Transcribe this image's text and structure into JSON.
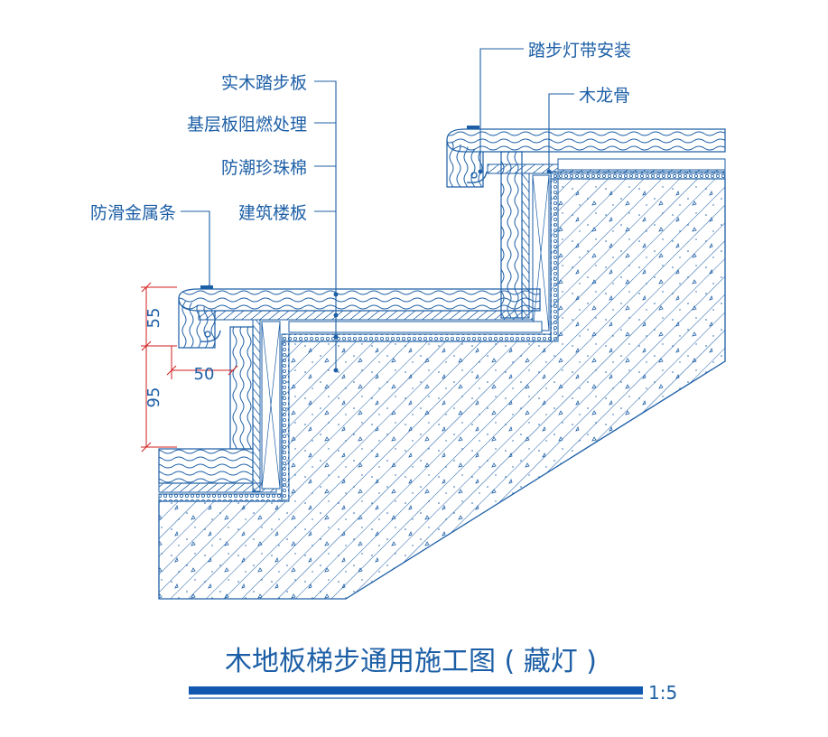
{
  "labels": {
    "solid_tread": "实木踏步板",
    "base_board": "基层板阻燃处理",
    "moisture_foam": "防潮珍珠棉",
    "anti_slip": "防滑金属条",
    "building_floor": "建筑楼板",
    "step_light": "踏步灯带安装",
    "wood_keel": "木龙骨"
  },
  "dimensions": {
    "d55": "55",
    "d95": "95",
    "d50": "50"
  },
  "title": "木地板梯步通用施工图 ( 藏灯 )",
  "scale": "1:5",
  "colors": {
    "line": "#1d5fa6",
    "dim_red": "#d21e1e",
    "title_bar": "#1158b0"
  }
}
